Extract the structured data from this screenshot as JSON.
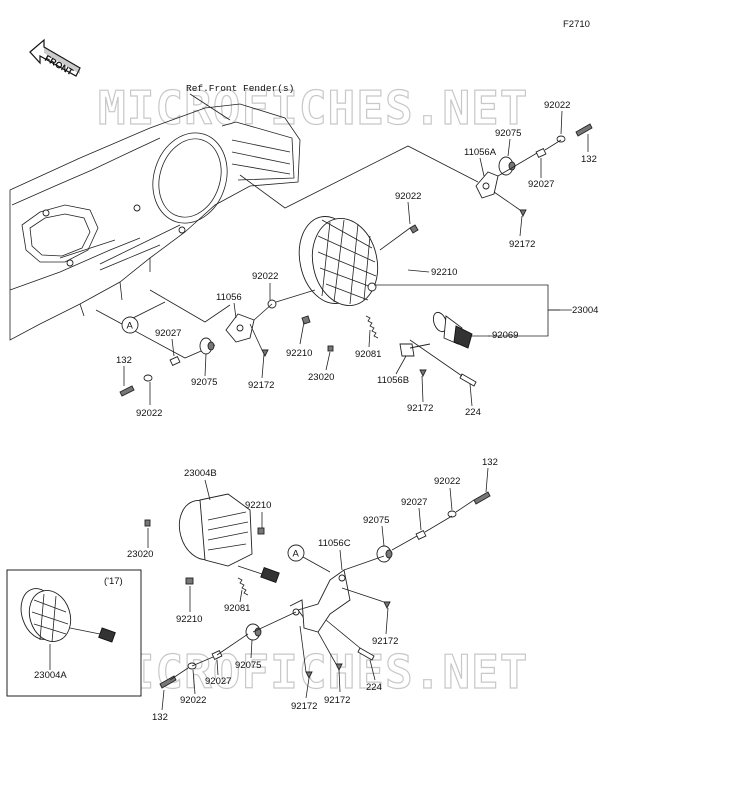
{
  "figure_code": "F2710",
  "front_label": "FRONT",
  "ref_label": "Ref.Front Fender(s)",
  "watermark": "MICROFICHES.NET",
  "year_note": "('17)",
  "ref_markers": {
    "a1": "A",
    "a2": "A"
  },
  "top_assembly": {
    "p92022_a": "92022",
    "p92075_a": "92075",
    "p11056A": "11056A",
    "p132_a": "132",
    "p92027_a": "92027",
    "p92172_a": "92172",
    "p92022_b": "92022",
    "p92210_a": "92210",
    "p23004": "23004",
    "p92069": "92069",
    "p92022_c": "92022",
    "p11056": "11056",
    "p92027_b": "92027",
    "p132_b": "132",
    "p92075_b": "92075",
    "p92172_b": "92172",
    "p92210_b": "92210",
    "p23020": "23020",
    "p92081": "92081",
    "p11056B": "11056B",
    "p92172_c": "92172",
    "p224": "224",
    "p92022_d": "92022"
  },
  "bottom_assembly": {
    "p23004B": "23004B",
    "p92210_c": "92210",
    "p23020": "23020",
    "p92210_d": "92210",
    "p92081": "92081",
    "p132_c": "132",
    "p92022_e": "92022",
    "p92027_c": "92027",
    "p92075_c": "92075",
    "p11056C": "11056C",
    "p92172_d": "92172",
    "p224": "224",
    "p92075_d": "92075",
    "p92027_d": "92027",
    "p92022_f": "92022",
    "p132_d": "132",
    "p92172_e": "92172",
    "p92172_f": "92172",
    "p23004A": "23004A"
  }
}
